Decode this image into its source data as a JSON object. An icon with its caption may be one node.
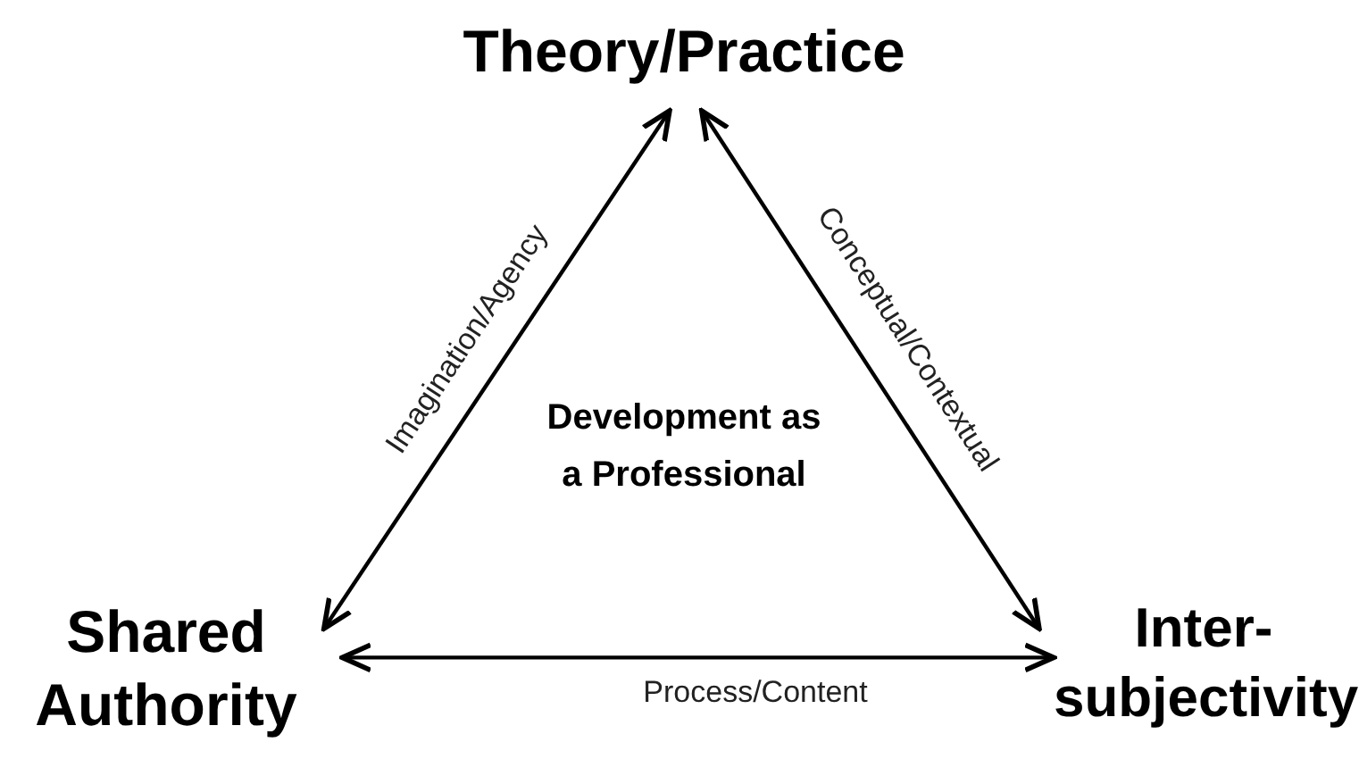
{
  "diagram": {
    "nodes": [
      {
        "text": [
          "Theory/Practice"
        ]
      },
      {
        "text": [
          "Shared Authority"
        ]
      },
      {
        "text": [
          "Inter- subjectivity"
        ]
      }
    ],
    "edges": [
      {
        "from": 1,
        "to": 0,
        "arrow": "both",
        "label": "Imagination/Agency"
      },
      {
        "from": 0,
        "to": 2,
        "arrow": "both",
        "label": "Conceptual/Contextual"
      },
      {
        "from": 1,
        "to": 2,
        "arrow": "both",
        "label": "Process/Content"
      }
    ],
    "labels": [
      "Development as a Professional"
    ]
  }
}
